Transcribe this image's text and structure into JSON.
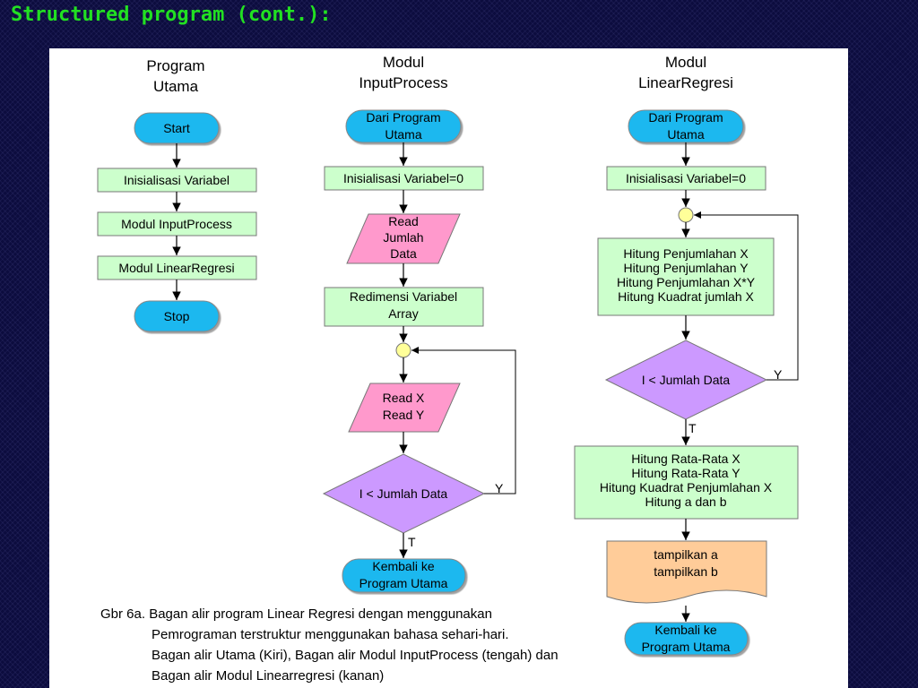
{
  "slide": {
    "title": "Structured program (cont.):"
  },
  "columns": {
    "main": {
      "title_line1": "Program",
      "title_line2": "Utama"
    },
    "input_process": {
      "title_line1": "Modul",
      "title_line2": "InputProcess"
    },
    "linear_regresi": {
      "title_line1": "Modul",
      "title_line2": "LinearRegresi"
    }
  },
  "main_flow": {
    "start": "Start",
    "init": "Inisialisasi Variabel",
    "call_input": "Modul InputProcess",
    "call_linear": "Modul LinearRegresi",
    "stop": "Stop"
  },
  "input_flow": {
    "entry": [
      "Dari Program",
      "Utama"
    ],
    "init": "Inisialisasi Variabel=0",
    "read_count": [
      "Read",
      "Jumlah",
      "Data"
    ],
    "redim": [
      "Redimensi Variabel",
      "Array"
    ],
    "read_xy": [
      "Read X",
      "Read Y"
    ],
    "condition": "I < Jumlah Data",
    "yes": "Y",
    "no": "T",
    "return": [
      "Kembali ke",
      "Program Utama"
    ]
  },
  "linear_flow": {
    "entry": [
      "Dari Program",
      "Utama"
    ],
    "init": "Inisialisasi Variabel=0",
    "sums": [
      "Hitung Penjumlahan X",
      "Hitung Penjumlahan Y",
      "Hitung Penjumlahan X*Y",
      "Hitung Kuadrat jumlah X"
    ],
    "condition": "I < Jumlah Data",
    "yes": "Y",
    "no": "T",
    "averages": [
      "Hitung Rata-Rata X",
      "Hitung Rata-Rata Y",
      "Hitung Kuadrat Penjumlahan X",
      "Hitung a dan b"
    ],
    "display": [
      "tampilkan a",
      "tampilkan b"
    ],
    "return": [
      "Kembali ke",
      "Program Utama"
    ]
  },
  "caption": {
    "line1": "Gbr 6a. Bagan alir program Linear Regresi dengan menggunakan",
    "line2": "Pemrograman terstruktur menggunakan bahasa sehari-hari.",
    "line3": "Bagan alir Utama (Kiri), Bagan alir Modul InputProcess (tengah) dan",
    "line4": "Bagan alir Modul Linearregresi (kanan)"
  },
  "colors": {
    "background": "#0c0c3e",
    "title": "#22e022",
    "terminal": "#1ab8ef",
    "process": "#ccffcc",
    "io": "#ff99cc",
    "decision": "#cc99ff",
    "connector": "#ffff99",
    "display": "#ffcc99"
  }
}
